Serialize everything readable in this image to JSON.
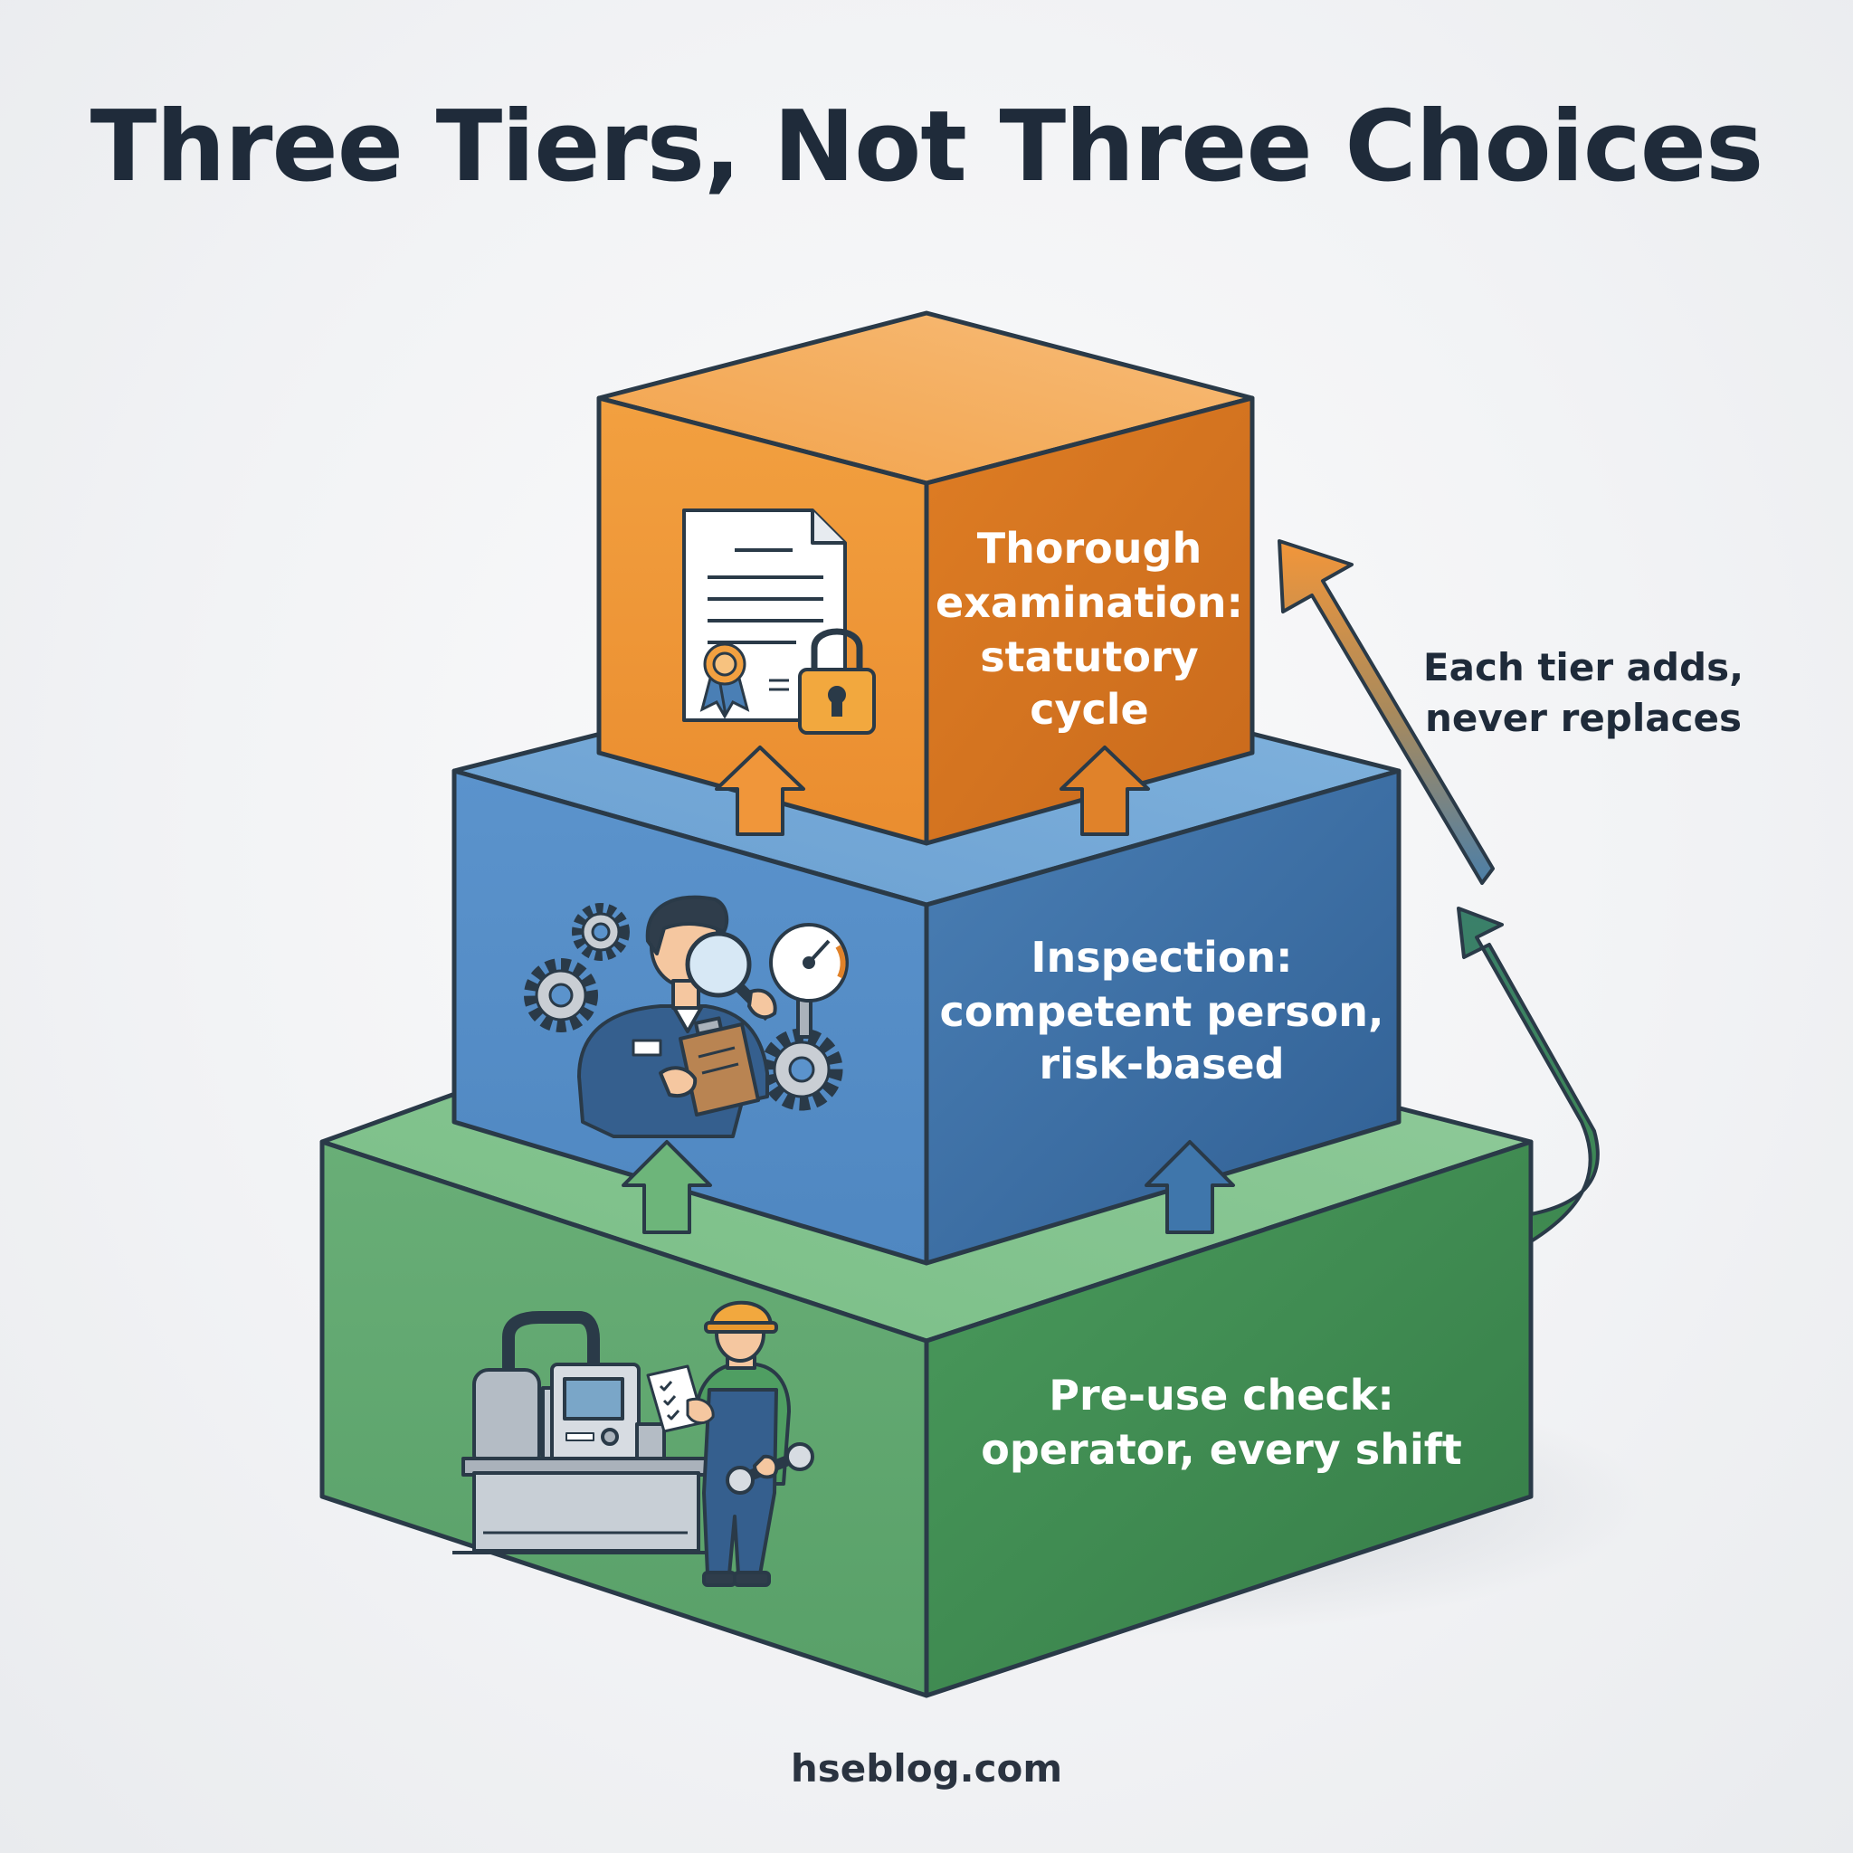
{
  "title": "Three Tiers, Not Three Choices",
  "footer": "hseblog.com",
  "side_note": {
    "line1": "Each tier adds,",
    "line2": "never replaces"
  },
  "tiers": [
    {
      "id": "top",
      "lines": [
        "Thorough",
        "examination:",
        "statutory",
        "cycle"
      ],
      "color": "#e98a2e",
      "icons": [
        "certificate-icon",
        "padlock-icon",
        "award-seal-icon"
      ]
    },
    {
      "id": "middle",
      "lines": [
        "Inspection:",
        "competent person,",
        "risk-based"
      ],
      "color": "#4a7fb5",
      "icons": [
        "inspector-icon",
        "magnifying-glass-icon",
        "clipboard-icon",
        "gear-icon",
        "pressure-gauge-icon"
      ]
    },
    {
      "id": "bottom",
      "lines": [
        "Pre-use check:",
        "operator, every shift"
      ],
      "color": "#4f9e62",
      "icons": [
        "operator-icon",
        "hard-hat-icon",
        "checklist-icon",
        "wrench-icon",
        "machine-icon"
      ]
    }
  ],
  "colors": {
    "title": "#1f2b3a",
    "outline": "#2a3a48",
    "orange": "#e98a2e",
    "blue": "#4a7fb5",
    "green": "#4f9e62"
  }
}
